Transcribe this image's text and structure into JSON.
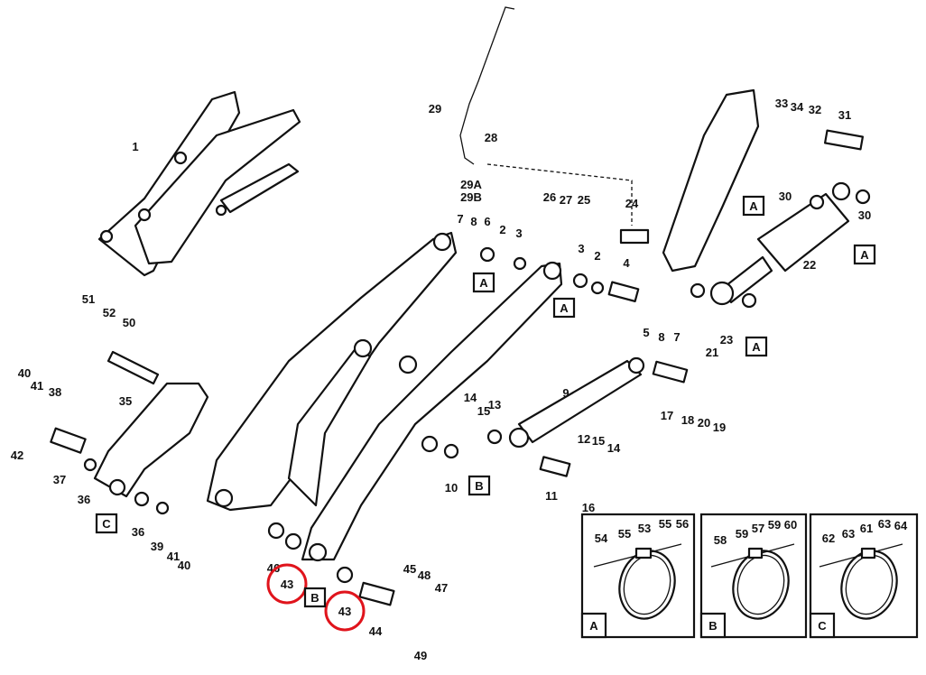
{
  "title": "Lift arm assembly exploded parts diagram",
  "callouts": [
    "1",
    "29",
    "28",
    "29A",
    "29B",
    "26",
    "27",
    "25",
    "24",
    "33",
    "34",
    "32",
    "31",
    "30",
    "30",
    "22",
    "7",
    "8",
    "6",
    "2",
    "3",
    "3",
    "2",
    "4",
    "5",
    "8",
    "7",
    "23",
    "21",
    "9",
    "14",
    "15",
    "13",
    "17",
    "18",
    "20",
    "19",
    "12",
    "15",
    "14",
    "10",
    "11",
    "16",
    "51",
    "52",
    "50",
    "40",
    "41",
    "38",
    "35",
    "42",
    "37",
    "36",
    "36",
    "39",
    "41",
    "40",
    "46",
    "43",
    "43",
    "44",
    "45",
    "48",
    "47",
    "49"
  ],
  "section_refs": [
    "A",
    "A",
    "A",
    "A",
    "A",
    "A",
    "B",
    "B",
    "C"
  ],
  "detail_panels": [
    {
      "ref": "A",
      "callouts": [
        "54",
        "55",
        "53",
        "55",
        "56"
      ]
    },
    {
      "ref": "B",
      "callouts": [
        "58",
        "59",
        "57",
        "59",
        "60"
      ]
    },
    {
      "ref": "C",
      "callouts": [
        "62",
        "63",
        "61",
        "63",
        "64"
      ]
    }
  ],
  "highlighted_callouts": [
    "43",
    "43"
  ],
  "highlight_color": "#e0141c"
}
